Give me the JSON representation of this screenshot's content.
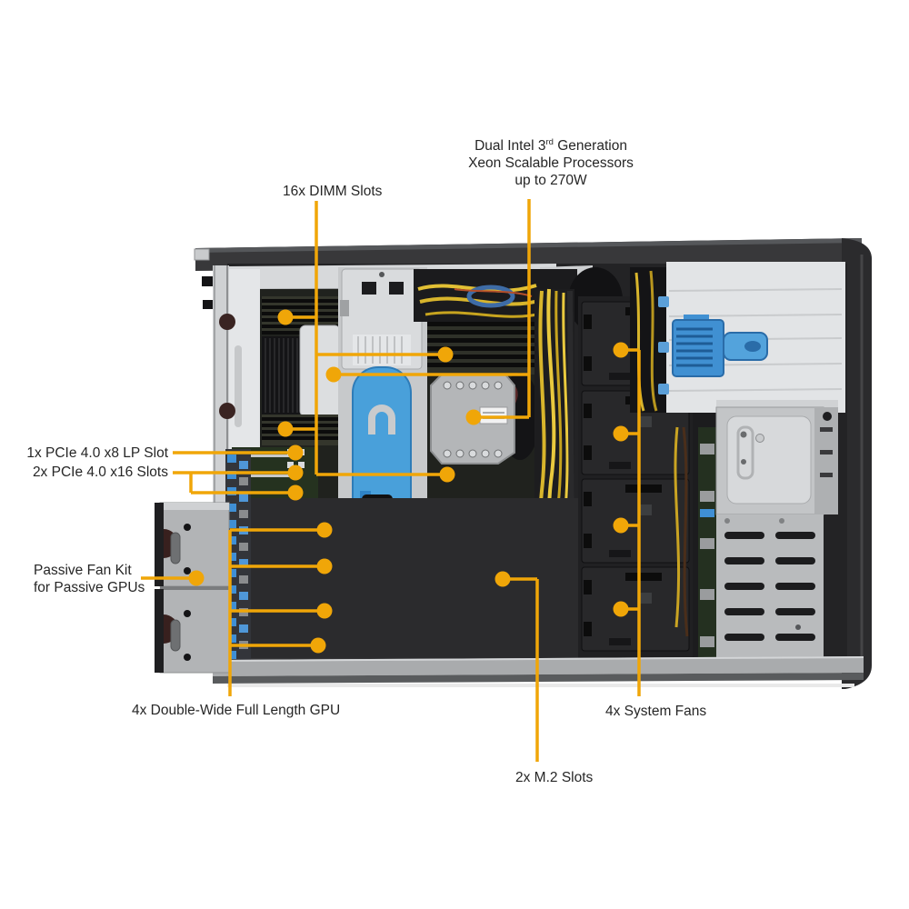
{
  "figure": {
    "type": "annotated hardware diagram",
    "subject": "Tower GPU server chassis interior, top view with feature callouts"
  },
  "colors": {
    "callout": "#F0A608",
    "label_text": "#262626",
    "chassis_dark": "#38383a",
    "chassis_silver": "#cfd1d3",
    "gpu_guide_blue": "#49a0da",
    "cable_yellow": "#e0bc2e",
    "background": "#ffffff"
  },
  "callouts": {
    "cpu": {
      "line1_pre": "Dual Intel 3",
      "line1_sup": "rd",
      "line1_post": " Generation",
      "line2": "Xeon Scalable Processors",
      "line3": "up to 270W"
    },
    "dimm": {
      "label": "16x DIMM Slots"
    },
    "pcie_x8": {
      "label": "1x PCIe 4.0 x8 LP Slot"
    },
    "pcie_x16": {
      "label": "2x PCIe 4.0 x16 Slots"
    },
    "passive_fan": {
      "line1": "Passive Fan Kit",
      "line2": "for Passive GPUs"
    },
    "gpu": {
      "label": "4x Double-Wide Full Length GPU"
    },
    "system_fans": {
      "label": "4x System Fans"
    },
    "m2": {
      "label": "2x M.2 Slots"
    }
  }
}
